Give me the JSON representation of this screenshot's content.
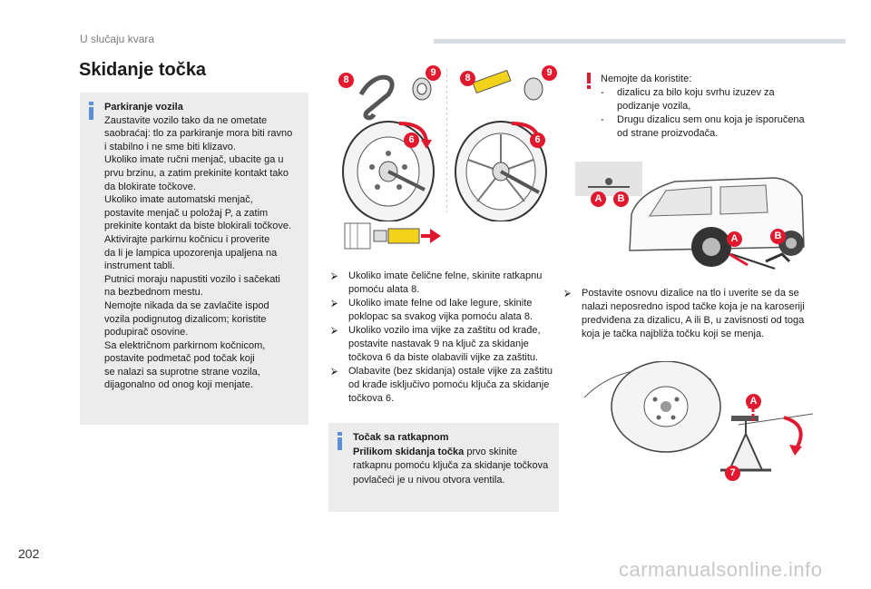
{
  "header": {
    "section": "U slučaju kvara"
  },
  "title": "Skidanje točka",
  "box1": {
    "title": "Parkiranje vozila",
    "lines": [
      "Zaustavite vozilo tako da ne ometate",
      "saobraćaj: tlo za parkiranje mora biti ravno",
      "i stabilno i ne sme biti klizavo.",
      "Ukoliko imate ručni menjač, ubacite ga u",
      "prvu brzinu, a zatim prekinite kontakt tako",
      "da blokirate točkove.",
      "Ukoliko imate automatski menjač,",
      "postavite menjač u položaj P, a zatim",
      "prekinite kontakt da biste blokirali točkove.",
      "Aktivirajte parkirnu kočnicu i proverite",
      "da li je lampica upozorenja upaljena na",
      "instrument tabli.",
      "Putnici moraju napustiti vozilo i sačekati",
      "na bezbednom mestu.",
      "Nemojte nikada da se zavlačite ispod",
      "vozila podignutog dizalicom; koristite",
      "podupirač osovine.",
      "Sa električnom parkirnom kočnicom,",
      "postavite podmetač pod točak koji",
      "se nalazi sa suprotne strane vozila,",
      "dijagonalno od onog koji menjate."
    ]
  },
  "bullets": [
    "Ukoliko imate čelične felne, skinite ratkapnu pomoću alata 8.",
    "Ukoliko imate felne od lake legure, skinite poklopac sa svakog vijka pomoću alata 8.",
    "Ukoliko vozilo ima vijke za zaštitu od krađe, postavite nastavak 9 na ključ za skidanje točkova 6 da biste olabavili vijke za zaštitu.",
    "Olabavite (bez skidanja) ostale vijke za zaštitu od krađe isključivo pomoću ključa za skidanje točkova 6."
  ],
  "box2": {
    "title": "Točak sa ratkapnom",
    "lead": "Prilikom skidanja točka",
    "text": " prvo skinite ratkapnu pomoću ključa za skidanje točkova povlačeći je u nivou otvora ventila."
  },
  "warning": {
    "intro": "Nemojte da koristite:",
    "items": [
      "dizalicu za bilo koju svrhu izuzev za podizanje vozila,",
      "Drugu dizalicu sem onu koja je isporučena od strane proizvođača."
    ]
  },
  "right_bullet": "Postavite osnovu dizalice na tlo i uverite se da se nalazi neposredno ispod tačke koja je na karoseriji predviđena za dizalicu, A ili B, u zavisnosti od toga koja je tačka najbliža točku koji se menja.",
  "labels": {
    "tool8": "8",
    "ext9": "9",
    "wrench6": "6",
    "pointA": "A",
    "pointB": "B",
    "jack7": "7"
  },
  "page_number": "202",
  "watermark": "carmanualsonline.info",
  "colors": {
    "accent": "#e0192e",
    "info": "#5b8fd6",
    "box": "#ececec",
    "yellow": "#f2d21a"
  }
}
